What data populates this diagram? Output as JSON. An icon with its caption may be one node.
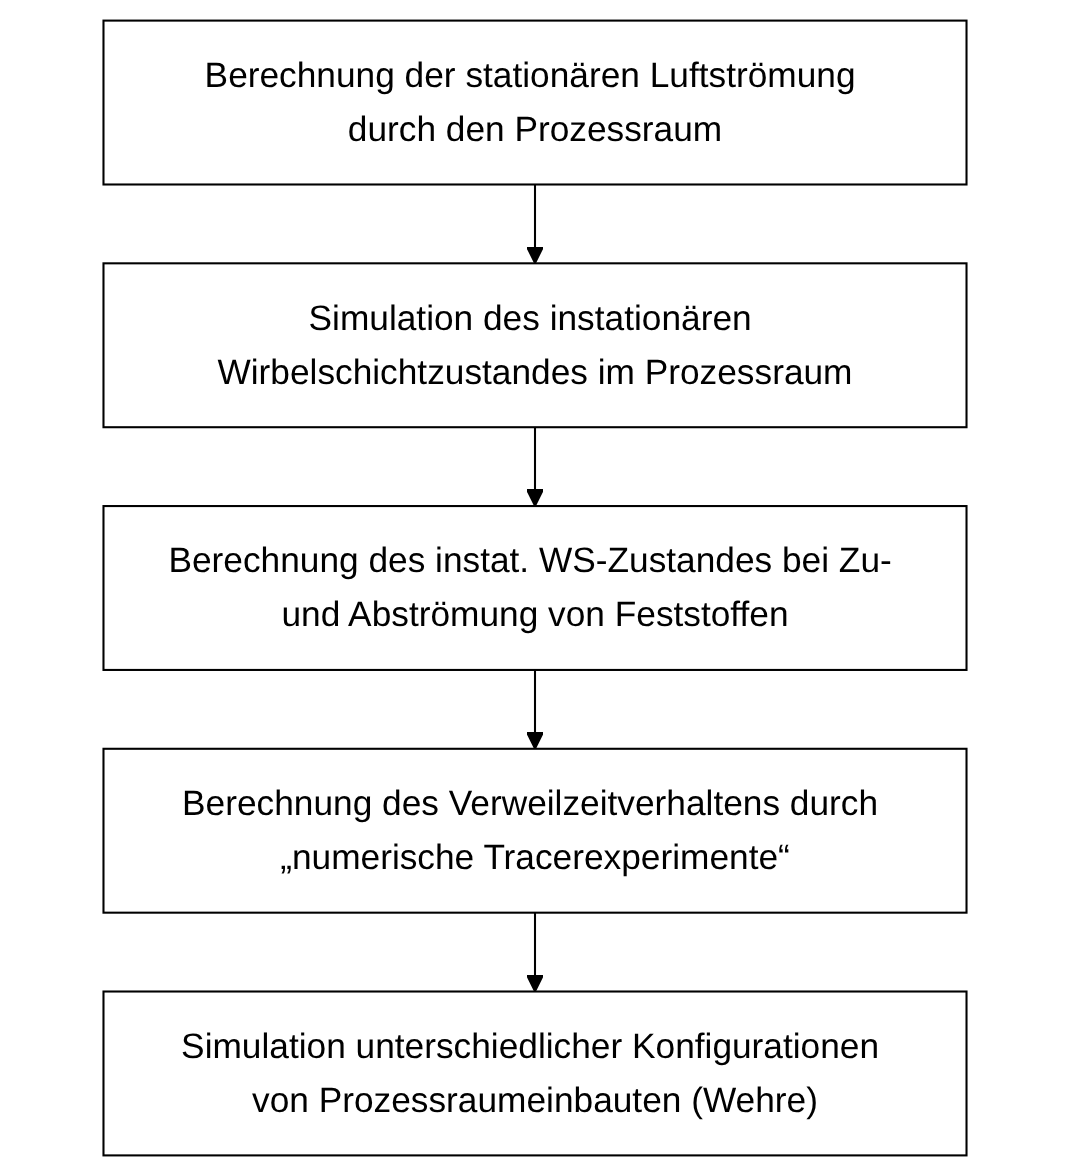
{
  "diagram": {
    "nodes": [
      {
        "text": [
          "Berechnung der stationären Luftströmung durch den Prozessraum"
        ]
      },
      {
        "text": [
          "Simulation des instationären Wirbelschichtzustandes im Prozessraum"
        ]
      },
      {
        "text": [
          "Berechnung des instat. WS-Zustandes bei Zu- und Abströmung von Feststoffen"
        ]
      },
      {
        "text": [
          "Berechnung des Verweilzeitverhaltens durch „numerische Tracerexperimente“"
        ]
      },
      {
        "text": [
          "Simulation unterschiedlicher Konfigurationen von Prozessraumeinbauten (Wehre)"
        ]
      }
    ],
    "edges": [
      {
        "from": 0,
        "to": 1,
        "arrow": "to"
      },
      {
        "from": 1,
        "to": 2,
        "arrow": "to"
      },
      {
        "from": 2,
        "to": 3,
        "arrow": "to"
      },
      {
        "from": 3,
        "to": 4,
        "arrow": "to"
      }
    ]
  }
}
